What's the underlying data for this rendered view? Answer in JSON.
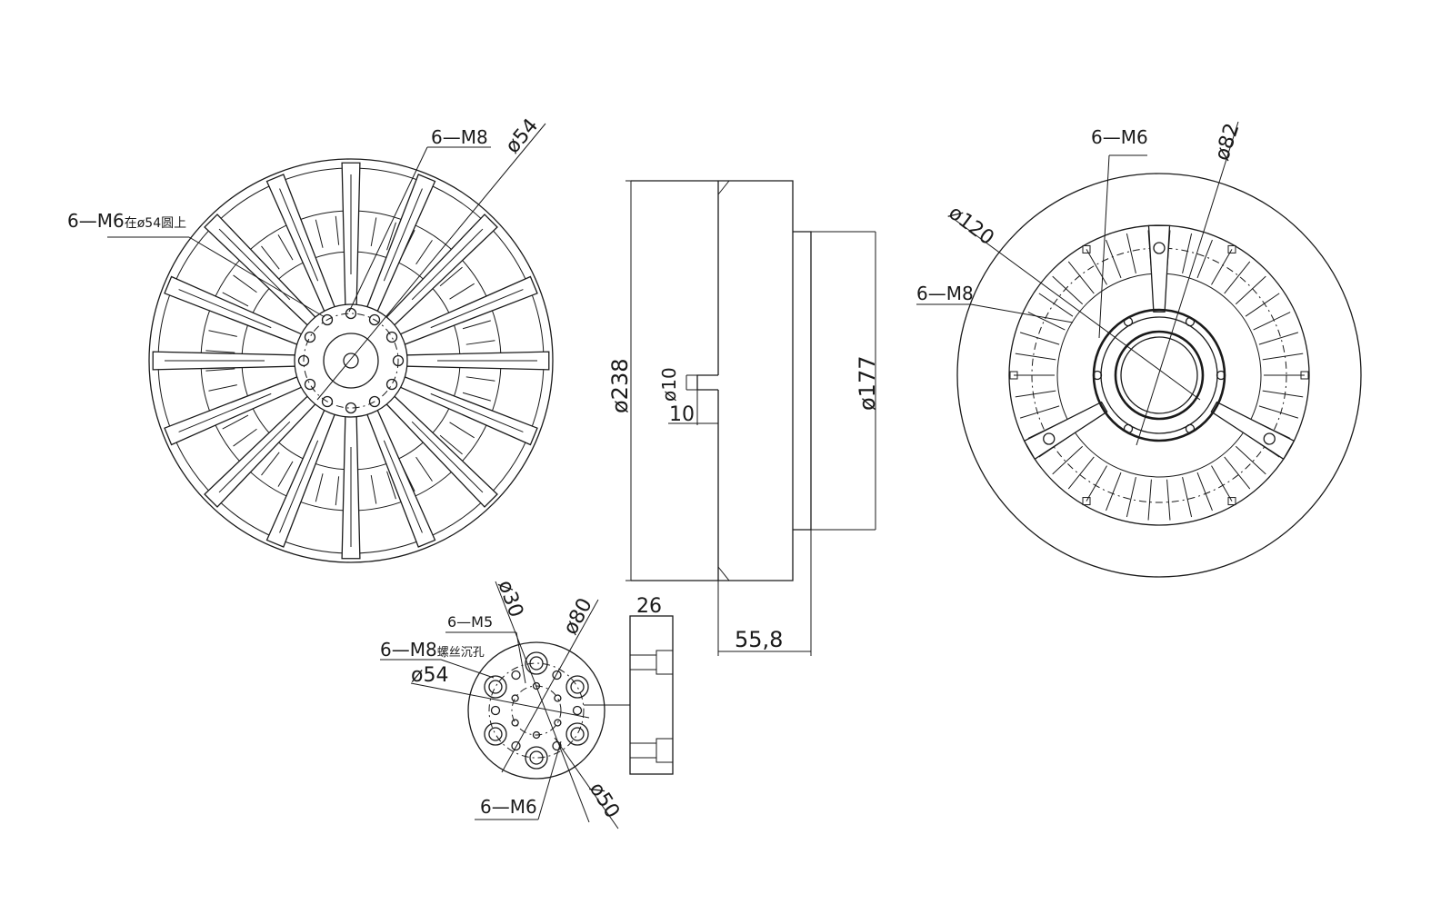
{
  "labels": {
    "front": {
      "m8": "6—M8",
      "d54": "ø54",
      "m6_prefix": "6—M6",
      "m6_small": "在ø54圆上"
    },
    "side": {
      "d238": "ø238",
      "d10": "ø10",
      "ten": "10",
      "d177": "ø177",
      "len": "55,8"
    },
    "rear": {
      "m6": "6—M6",
      "d82": "ø82",
      "d120": "ø120",
      "m8": "6—M8"
    },
    "adapter": {
      "m5": "6—M5",
      "d30": "ø30",
      "d80": "ø80",
      "m8_prefix": "6—M8",
      "m8_small": "螺丝沉孔",
      "d54": "ø54",
      "m6": "6—M6",
      "d50": "ø50",
      "thick": "26"
    }
  }
}
